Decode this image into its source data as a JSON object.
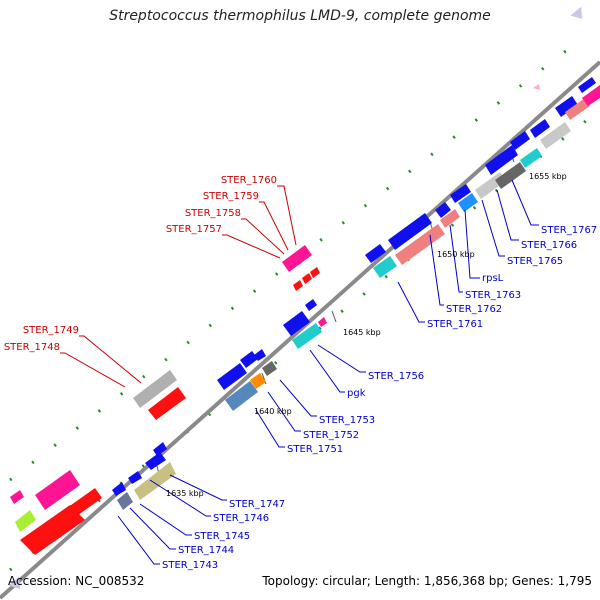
{
  "title": "Streptococcus thermophilus LMD-9, complete genome",
  "footer": {
    "accession": "Accession: NC_008532",
    "topology": "Topology: circular; Length: 1,856,368 bp; Genes: 1,795"
  },
  "ticks": [
    "1635 kbp",
    "1640 kbp",
    "1645 kbp",
    "1650 kbp",
    "1655 kbp"
  ],
  "colors": {
    "label_blue": "#0000cc",
    "label_red": "#cc0000",
    "backbone": "#8a8a8a"
  },
  "labels_red": [
    "STER_1760",
    "STER_1759",
    "STER_1758",
    "STER_1757",
    "STER_1749",
    "STER_1748"
  ],
  "labels_blue": [
    "STER_1767",
    "STER_1766",
    "STER_1765",
    "rpsL",
    "STER_1763",
    "STER_1762",
    "STER_1761",
    "STER_1756",
    "pgk",
    "STER_1753",
    "STER_1752",
    "STER_1751",
    "STER_1747",
    "STER_1746",
    "STER_1745",
    "STER_1744",
    "STER_1743"
  ]
}
